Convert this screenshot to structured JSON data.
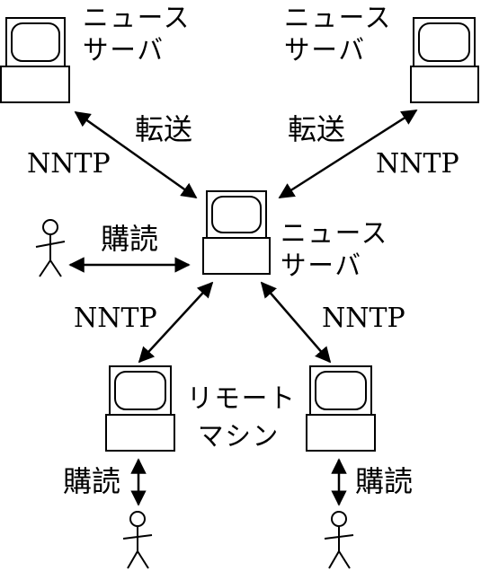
{
  "labels": {
    "news_server": "ニュース",
    "news_server_2": "サーバ",
    "transfer": "転送",
    "nntp": "NNTP",
    "subscribe": "購読",
    "remote": "リモート",
    "machine": "マシン"
  },
  "colors": {
    "ink": "#000000",
    "bg": "#ffffff"
  }
}
